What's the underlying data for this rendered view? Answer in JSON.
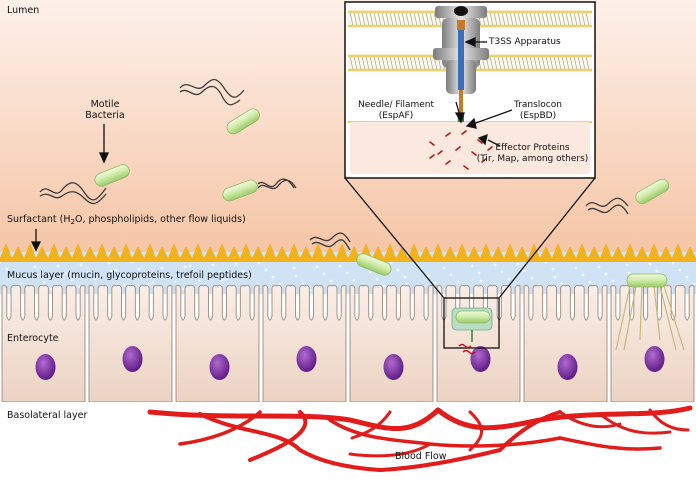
{
  "labels": {
    "lumen": "Lumen",
    "motile_line1": "Motile",
    "motile_line2": "Bacteria",
    "surfactant_before_sub": "Surfactant (H",
    "surfactant_sub": "2",
    "surfactant_after_sub": "O, phospholipids, other flow liquids)",
    "mucus": "Mucus layer (mucin, glycoproteins, trefoil peptides)",
    "enterocyte": "Enterocyte",
    "basolateral": "Basolateral layer",
    "blood_flow": "Blood Flow",
    "t3ss": "T3SS Apparatus",
    "needle_line1": "Needle/ Filament",
    "needle_line2": "(EspAF)",
    "translocon_line1": "Translocon",
    "translocon_line2": "(EspBD)",
    "effector_line1": "Effector Proteins",
    "effector_line2": "(Tir, Map, among others)"
  },
  "colors": {
    "lumen_top": "#fdf1ea",
    "lumen_bottom": "#f5c4a4",
    "surfactant": "#f2b21c",
    "mucus": "#cfe3f4",
    "cell_fill": "#f6e2d6",
    "cell_stroke": "#9a8a80",
    "nucleus": "#7b2a9e",
    "bacterium": "#cdeaa4",
    "flagellum": "#3c3c3c",
    "blood_vessel": "#e21b1b",
    "membrane": "#e9d36a"
  }
}
